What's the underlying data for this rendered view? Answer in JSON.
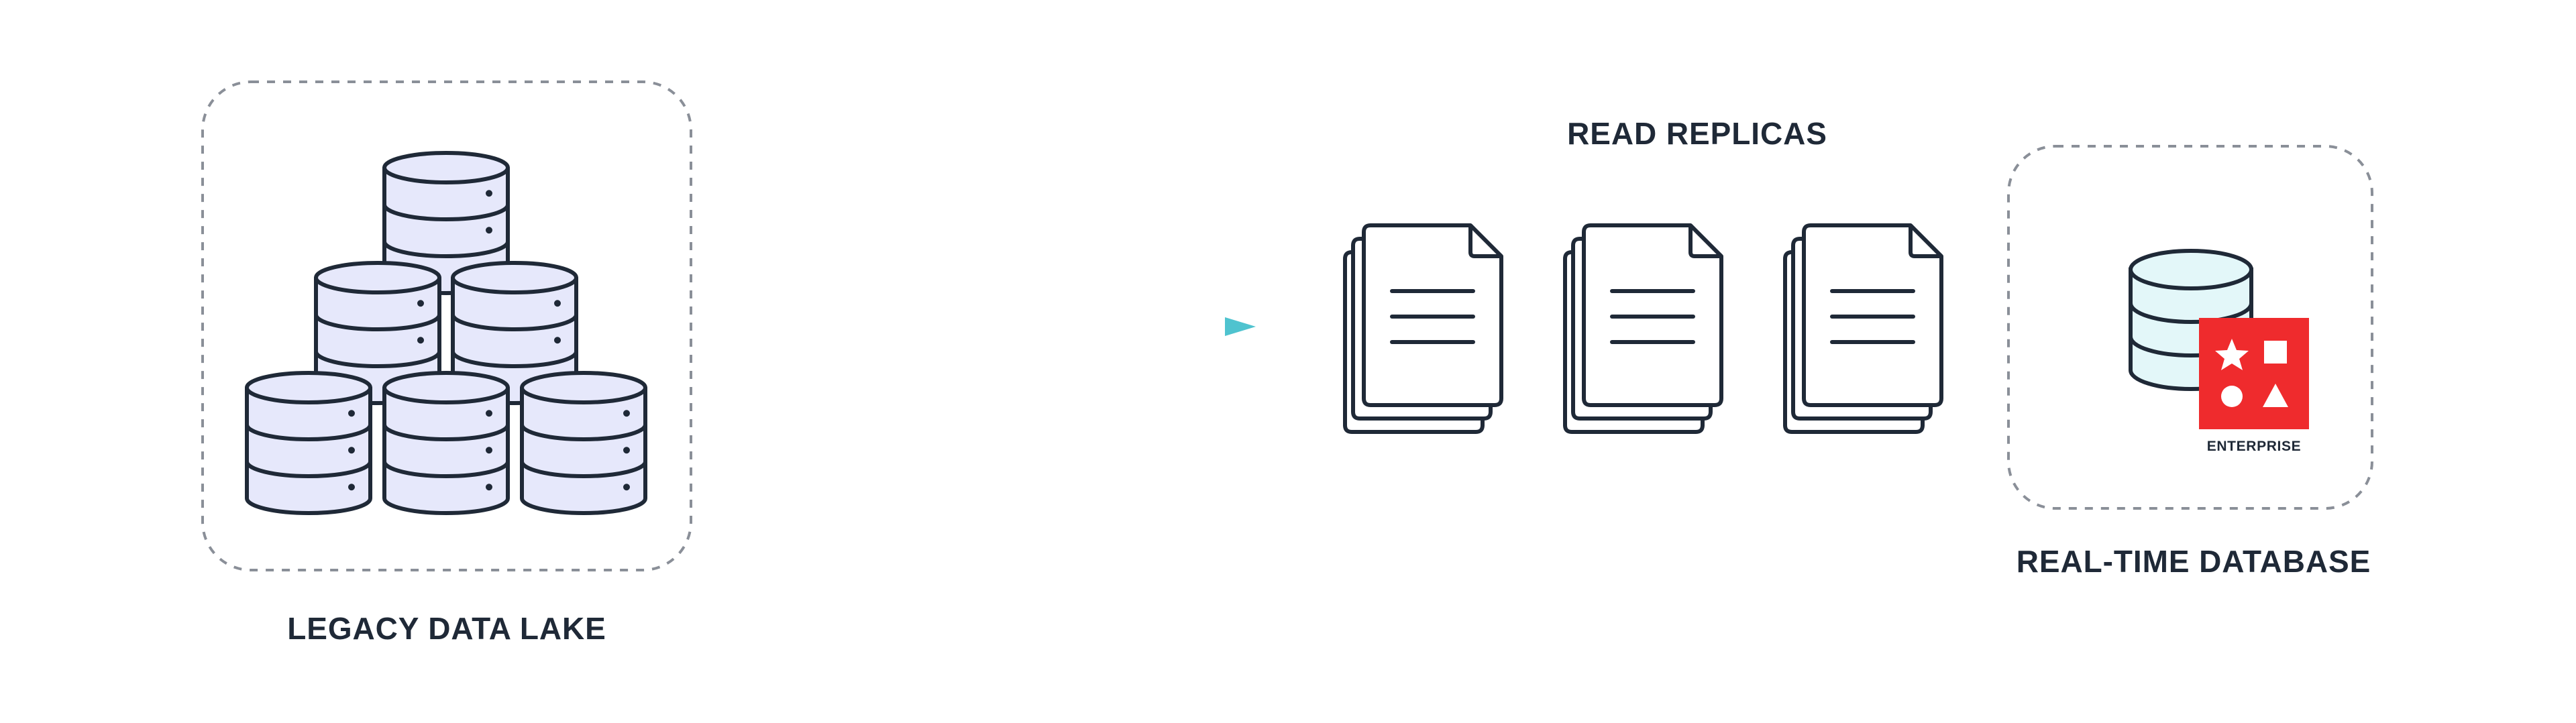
{
  "diagram": {
    "legacy": {
      "label": "LEGACY DATA LAKE"
    },
    "replicas": {
      "label": "READ REPLICAS",
      "count": 3
    },
    "realtime": {
      "label": "REAL-TIME DATABASE",
      "badge_text": "ENTERPRISE"
    },
    "colors": {
      "stroke": "#1f2937",
      "db_fill": "#e6e8fb",
      "db_fill_alt": "#e3f7f9",
      "doc_fill": "#ffffff",
      "dashed_border": "#8a8f98",
      "arrow_start": "#8c8ef0",
      "arrow_end": "#4fc3cf",
      "badge_red": "#ef2b2d",
      "badge_shape": "#ffffff"
    },
    "icons": {
      "db_stack": "database-cylinder-icon",
      "replica_docs": "document-stack-icon",
      "enterprise_badge": "enterprise-shapes-badge-icon"
    }
  }
}
